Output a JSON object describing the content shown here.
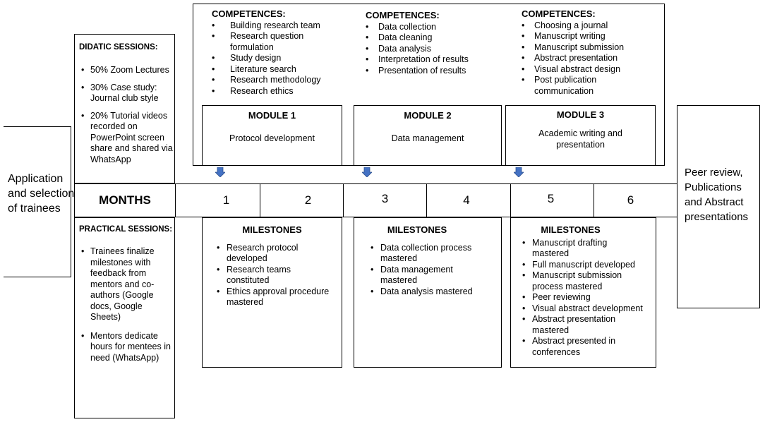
{
  "application": {
    "text": "Application and selection of trainees"
  },
  "peer_review": {
    "text": "Peer review, Publications and Abstract presentations"
  },
  "didactic": {
    "title": "DIDATIC SESSIONS:",
    "items": [
      "50% Zoom Lectures",
      "30% Case study: Journal club style",
      "20% Tutorial videos recorded on PowerPoint screen share and shared via WhatsApp"
    ]
  },
  "practical": {
    "title": "PRACTICAL SESSIONS:",
    "items": [
      "Trainees finalize milestones with feedback from mentors and co-authors (Google docs, Google Sheets)",
      "Mentors dedicate hours for mentees in need (WhatsApp)"
    ]
  },
  "months": {
    "label": "MONTHS",
    "values": [
      "1",
      "2",
      "3",
      "4",
      "5",
      "6"
    ]
  },
  "competences": [
    {
      "title": "COMPETENCES:",
      "items": [
        "Building research team",
        "Research question formulation",
        "Study design",
        "Literature search",
        "Research methodology",
        "Research ethics"
      ]
    },
    {
      "title": "COMPETENCES:",
      "items": [
        "Data collection",
        "Data cleaning",
        "Data analysis",
        "Interpretation of results",
        "Presentation of results"
      ]
    },
    {
      "title": "COMPETENCES:",
      "items": [
        "Choosing a journal",
        "Manuscript writing",
        "Manuscript submission",
        "Abstract presentation",
        "Visual abstract design",
        "Post publication communication"
      ]
    }
  ],
  "modules": [
    {
      "title": "MODULE 1",
      "subtitle": "Protocol development"
    },
    {
      "title": "MODULE 2",
      "subtitle": "Data management"
    },
    {
      "title": "MODULE 3",
      "subtitle": "Academic writing and presentation"
    }
  ],
  "milestones": [
    {
      "title": "MILESTONES",
      "items": [
        "Research protocol developed",
        "Research teams constituted",
        "Ethics approval procedure mastered"
      ]
    },
    {
      "title": "MILESTONES",
      "items": [
        "Data collection process mastered",
        "Data management mastered",
        "Data analysis mastered"
      ]
    },
    {
      "title": "MILESTONES",
      "items": [
        "Manuscript drafting mastered",
        "Full manuscript developed",
        "Manuscript submission process mastered",
        "Peer reviewing",
        "Visual abstract development",
        "Abstract presentation mastered",
        "Abstract presented in conferences"
      ]
    }
  ],
  "colors": {
    "arrow": "#4472C4",
    "border": "#000000"
  }
}
